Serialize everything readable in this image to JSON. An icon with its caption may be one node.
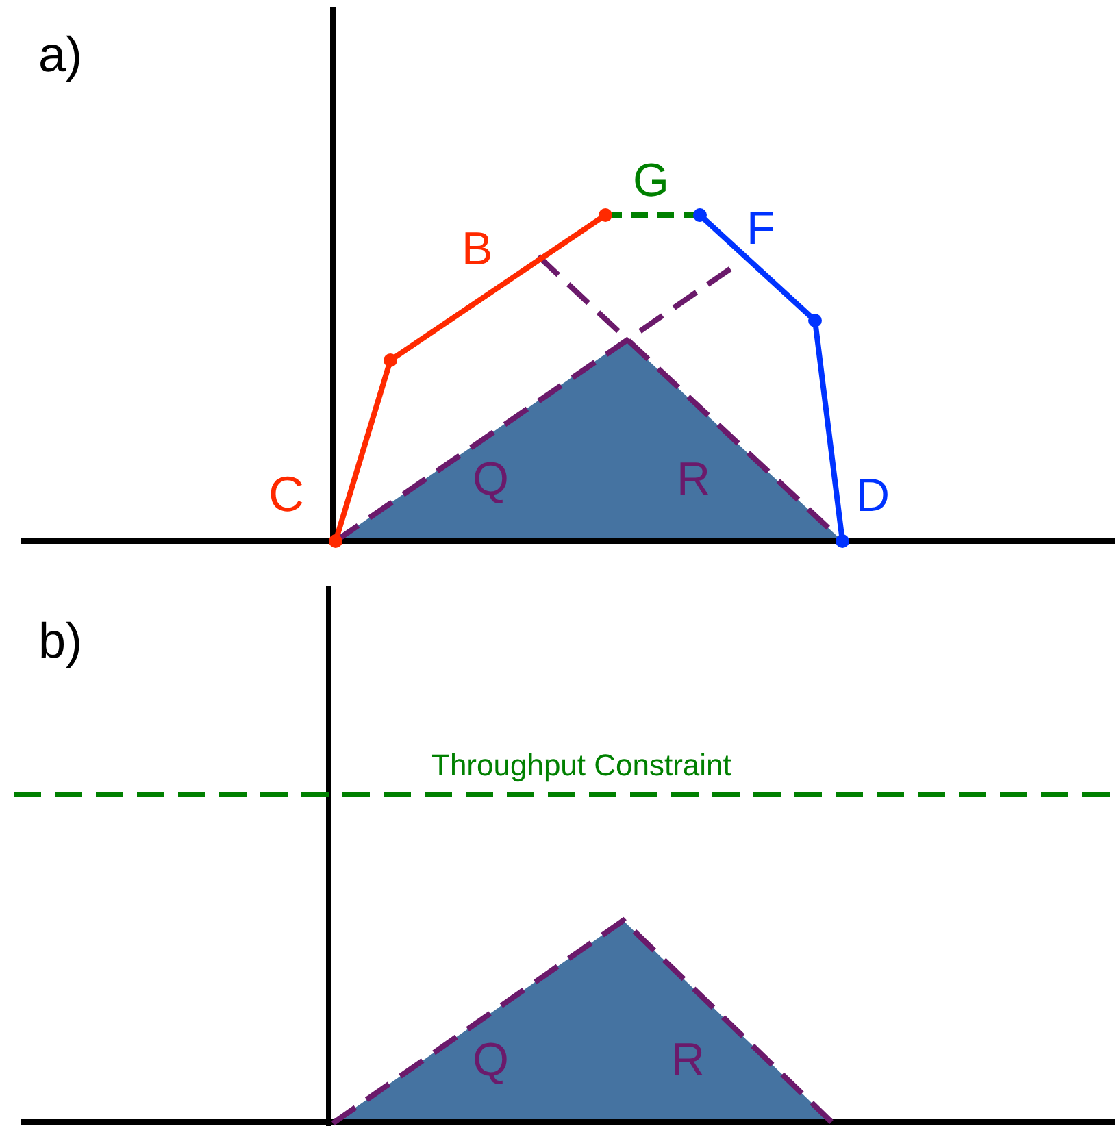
{
  "diagram": {
    "labels": [
      "a)",
      "C",
      "B",
      "G",
      "F",
      "D",
      "Q",
      "R",
      "b)",
      "Throughput Constraint",
      "Q",
      "R"
    ]
  }
}
